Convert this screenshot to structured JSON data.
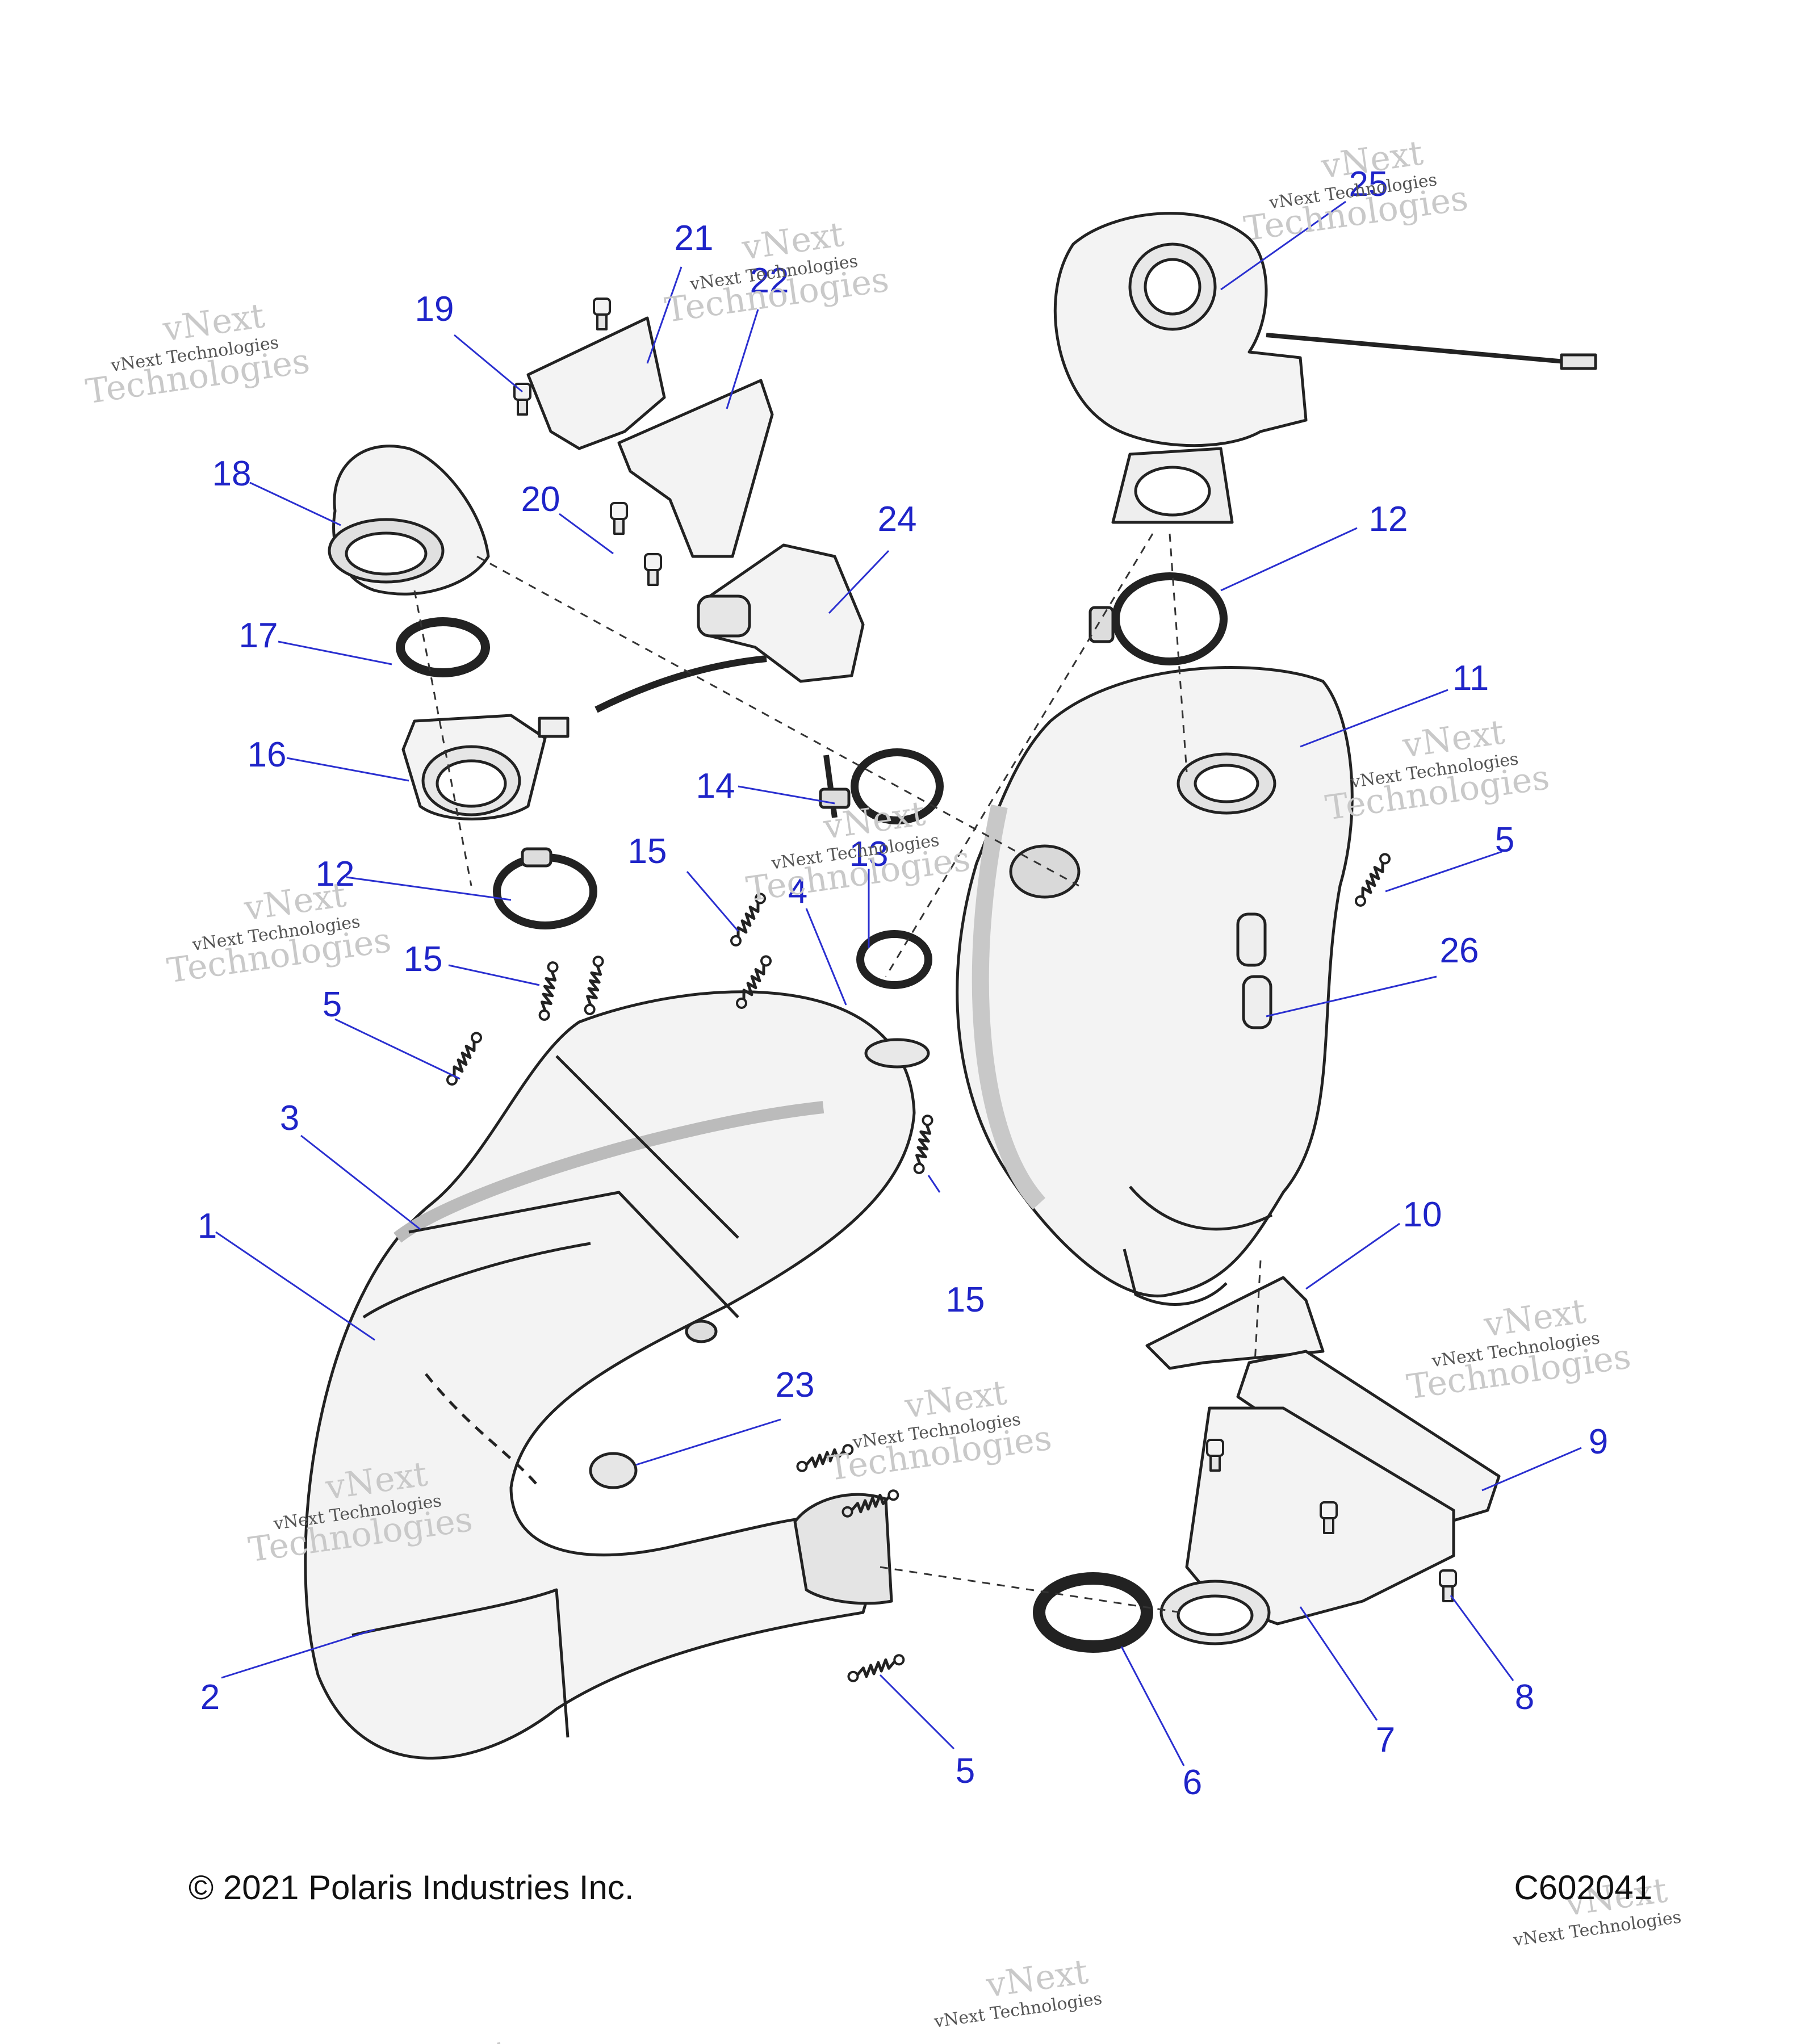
{
  "colors": {
    "callout_text": "#1f24c8",
    "leader_line": "#2a2fd0",
    "part_outline": "#222222",
    "part_fill": "#f3f3f3",
    "part_shade": "#c8c8c8",
    "watermark": "#c9c9c9"
  },
  "watermark": {
    "line1": "vNext",
    "line2": "vNext Technologies",
    "line3": "Technologies"
  },
  "callouts": {
    "c1": "1",
    "c2": "2",
    "c3": "3",
    "c4": "4",
    "c5a": "5",
    "c5b": "5",
    "c5c": "5",
    "c6": "6",
    "c7": "7",
    "c8": "8",
    "c9": "9",
    "c10": "10",
    "c11": "11",
    "c12a": "12",
    "c12b": "12",
    "c13": "13",
    "c14": "14",
    "c15a": "15",
    "c15b": "15",
    "c15c": "15",
    "c16": "16",
    "c17": "17",
    "c18": "18",
    "c19": "19",
    "c20": "20",
    "c21": "21",
    "c22": "22",
    "c23": "23",
    "c24": "24",
    "c25": "25",
    "c26": "26"
  },
  "footer": {
    "copyright": "© 2021 Polaris Industries Inc.",
    "drawing_code": "C602041"
  }
}
